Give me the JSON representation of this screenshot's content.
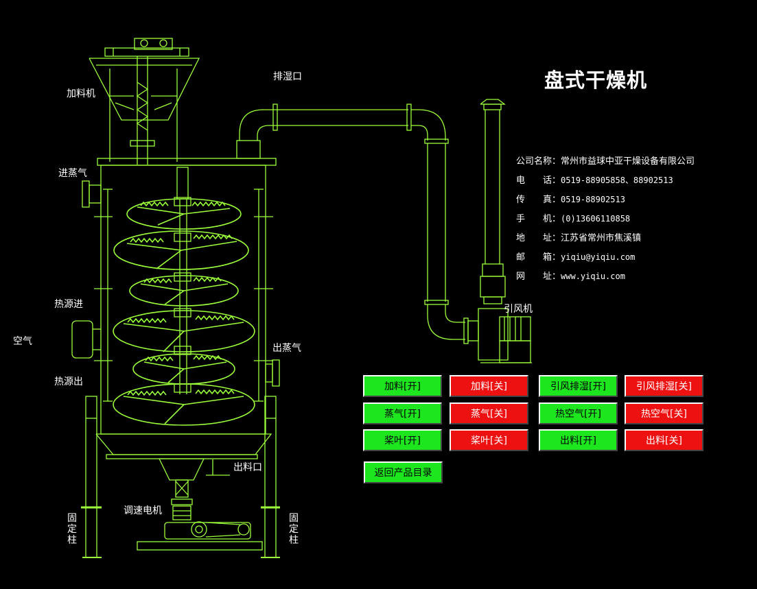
{
  "title": "盘式干燥机",
  "labels": {
    "feeder": "加料机",
    "exhaust": "排湿口",
    "steam_in": "进蒸气",
    "heat_in": "热源进",
    "air": "空气",
    "heat_out": "热源出",
    "steam_out": "出蒸气",
    "discharge": "出料口",
    "motor": "调速电机",
    "fixed_col": "固定柱",
    "fan": "引风机"
  },
  "company": [
    {
      "key": "公司名称：",
      "value": "常州市益球中亚干燥设备有限公司"
    },
    {
      "key": "电　　话：",
      "value": "0519-88905858、88902513"
    },
    {
      "key": "传　　真：",
      "value": "0519-88902513"
    },
    {
      "key": "手　　机：",
      "value": "(0)13606110858"
    },
    {
      "key": "地　　址：",
      "value": "江苏省常州市焦溪镇"
    },
    {
      "key": "邮　　箱：",
      "value": "yiqiu@yiqiu.com"
    },
    {
      "key": "网　　址：",
      "value": "www.yiqiu.com"
    }
  ],
  "buttons": {
    "feed_on": "加料[开]",
    "feed_off": "加料[关]",
    "fan_on": "引风排湿[开]",
    "fan_off": "引风排湿[关]",
    "steam_on": "蒸气[开]",
    "steam_off": "蒸气[关]",
    "hotair_on": "热空气[开]",
    "hotair_off": "热空气[关]",
    "paddle_on": "桨叶[开]",
    "paddle_off": "桨叶[关]",
    "discharge_on": "出料[开]",
    "discharge_off": "出料[关]",
    "back": "返回产品目录"
  },
  "colors": {
    "line": "#9cff3a",
    "on": "#1ee61e",
    "off": "#ee1111"
  }
}
